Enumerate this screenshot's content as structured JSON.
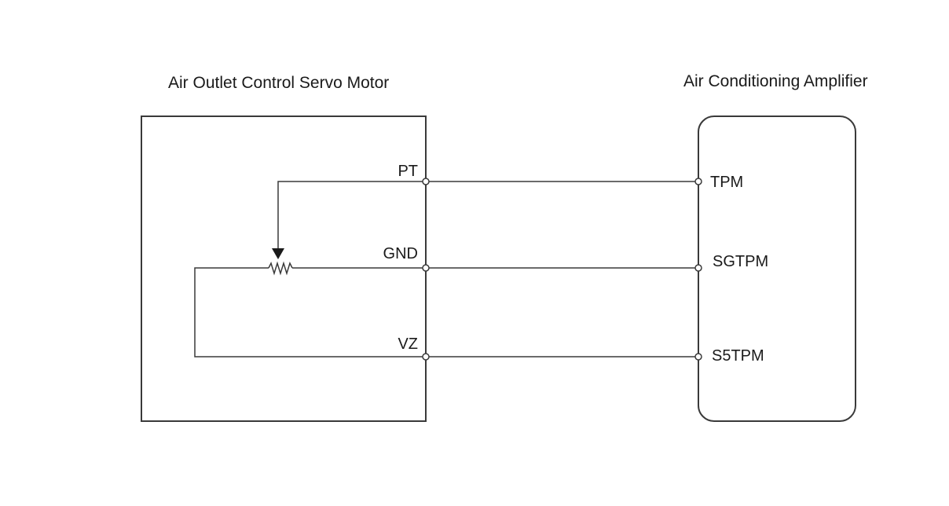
{
  "servo_motor": {
    "title": "Air Outlet Control Servo Motor",
    "pins": {
      "pt": "PT",
      "gnd": "GND",
      "vz": "VZ"
    }
  },
  "amplifier": {
    "title": "Air Conditioning Amplifier",
    "pins": {
      "tpm": "TPM",
      "sgtpm": "SGTPM",
      "s5tpm": "S5TPM"
    }
  },
  "colors": {
    "line": "#3a3a3a",
    "text": "#1a1a1a",
    "background": "#ffffff"
  }
}
